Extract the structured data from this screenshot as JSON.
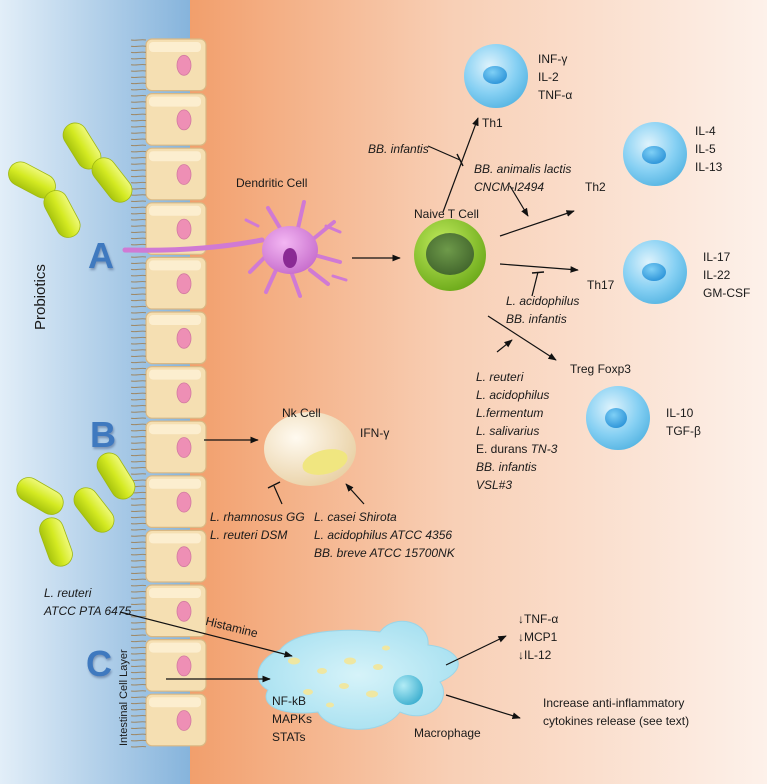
{
  "colors": {
    "lumen_left": "#e2eef8",
    "lumen_right": "#86b4dc",
    "tissue_left": "#f29f6c",
    "tissue_right": "#fdf1ea",
    "probiotic": "#d4ea22",
    "epithelial": "#f5dfb2",
    "nucleus": "#ee8fb5",
    "dendritic": "#de84de",
    "t_cell": "#86c820",
    "effector_cell": "#7ecff2",
    "nk_cell": "#f6e6c2",
    "macrophage": "#a9e4f2",
    "letter": "#3f79bf"
  },
  "side": {
    "probiotics": "Probiotics",
    "layer": "Intestinal Cell Layer"
  },
  "sections": {
    "a": "A",
    "b": "B",
    "c": "C"
  },
  "labels": {
    "dendritic_cell": "Dendritic Cell",
    "naive_t_cell": "Naive T Cell",
    "th1": "Th1",
    "th2": "Th2",
    "th17": "Th17",
    "treg": "Treg Foxp3",
    "nk_cell": "Nk Cell",
    "ifn_nk": "IFN-γ",
    "macrophage": "Macrophage",
    "histamine": "Histamine"
  },
  "cytokines": {
    "th1": [
      "INF-γ",
      "IL-2",
      "TNF-α"
    ],
    "th2": [
      "IL-4",
      "IL-5",
      "IL-13"
    ],
    "th17": [
      "IL-17",
      "IL-22",
      "GM-CSF"
    ],
    "treg": [
      "IL-10",
      "TGF-β"
    ]
  },
  "strains": {
    "th1_inhib": "BB. infantis",
    "th2_promo": [
      "BB. animalis lactis",
      "CNCM-I2494"
    ],
    "th17_inhib": [
      "L. acidophilus",
      "BB. infantis"
    ],
    "treg_promo": [
      {
        "t": "L. reuteri",
        "i": true
      },
      {
        "t": "L. acidophilus",
        "i": true
      },
      {
        "t": "L.fermentum",
        "i": true
      },
      {
        "t": "L. salivarius",
        "i": true
      },
      {
        "t": "E. durans ",
        "i": false,
        "t2": "TN-3"
      },
      {
        "t": "BB. infantis",
        "i": true
      },
      {
        "t": "VSL#3",
        "i": true
      }
    ],
    "nk_inhib": [
      "L. rhamnosus GG",
      "L. reuteri DSM"
    ],
    "nk_promo": [
      "L. casei Shirota",
      "L. acidophilus ATCC 4356",
      "BB. breve ATCC 15700NK"
    ],
    "macro": [
      "L. reuteri",
      "ATCC PTA 6475"
    ]
  },
  "macro_pathways": [
    "NF-kB",
    "MAPKs",
    "STATs"
  ],
  "macro_out": [
    "↓TNF-α",
    "↓MCP1",
    "↓IL-12"
  ],
  "anti": [
    "Increase anti-inflammatory",
    "cytokines release (see text)"
  ]
}
